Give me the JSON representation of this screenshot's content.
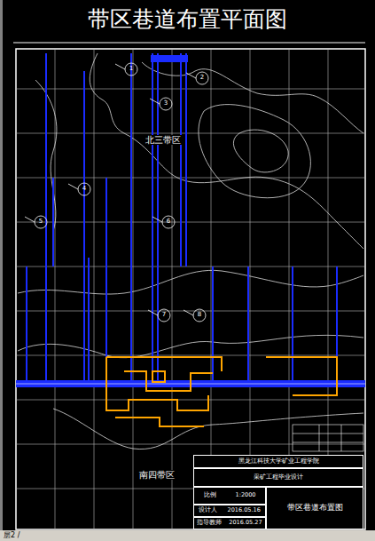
{
  "diagram": {
    "title": "带区巷道布置平面图",
    "nodes": [
      {
        "text": [
          "黑龙江科技大学矿业工程学院"
        ]
      },
      {
        "text": [
          "采矿工程毕业设计"
        ]
      },
      {
        "text": [
          "带区巷道布置图"
        ]
      },
      {
        "text": [
          "比例",
          "1:2000"
        ]
      },
      {
        "text": [
          "设计人",
          "2016.05.16"
        ]
      },
      {
        "text": [
          "指导教师",
          "2016.05.27"
        ]
      }
    ],
    "labels": [
      "北三带区",
      "南四带区",
      "1",
      "2",
      "3",
      "4",
      "5",
      "6",
      "7",
      "8",
      "层2 /"
    ]
  }
}
